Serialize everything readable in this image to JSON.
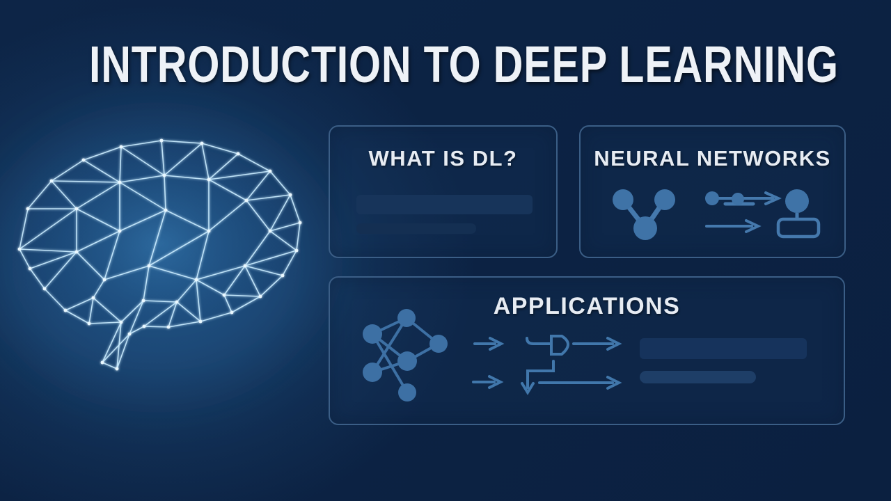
{
  "slide": {
    "title": "INTRODUCTION TO DEEP LEARNING"
  },
  "cards": {
    "what_is_dl": {
      "title": "WHAT IS DL?"
    },
    "neural_networks": {
      "title": "NEURAL NETWORKS"
    },
    "applications": {
      "title": "APPLICATIONS"
    }
  },
  "icons": {
    "brain": "low-poly-wireframe-brain",
    "v_network": "three-node-merge-graph",
    "flow_arrow": "nodes-with-arrow-flow",
    "output_node": "circle-with-box-connector",
    "network_graph": "six-node-neural-graph",
    "logic_gate": "buffer-gate-with-arrows",
    "branch_arrow": "bent-branch-arrow"
  },
  "colors": {
    "background": "#0c2342",
    "card_border": "#3b5e86",
    "card_fill": "#18365e",
    "glyph_blue": "#4177ab",
    "node_fill": "#3f73a7",
    "brain_line": "#c9ecff",
    "brain_glow": "#7fd0f7",
    "title_text": "#eef2f7",
    "heading_text": "#e7ecf3",
    "bar_light": "#17345a",
    "bar_dark": "#142f52",
    "apps_bar_1": "#16335c",
    "apps_bar_2": "#1e3e67"
  }
}
